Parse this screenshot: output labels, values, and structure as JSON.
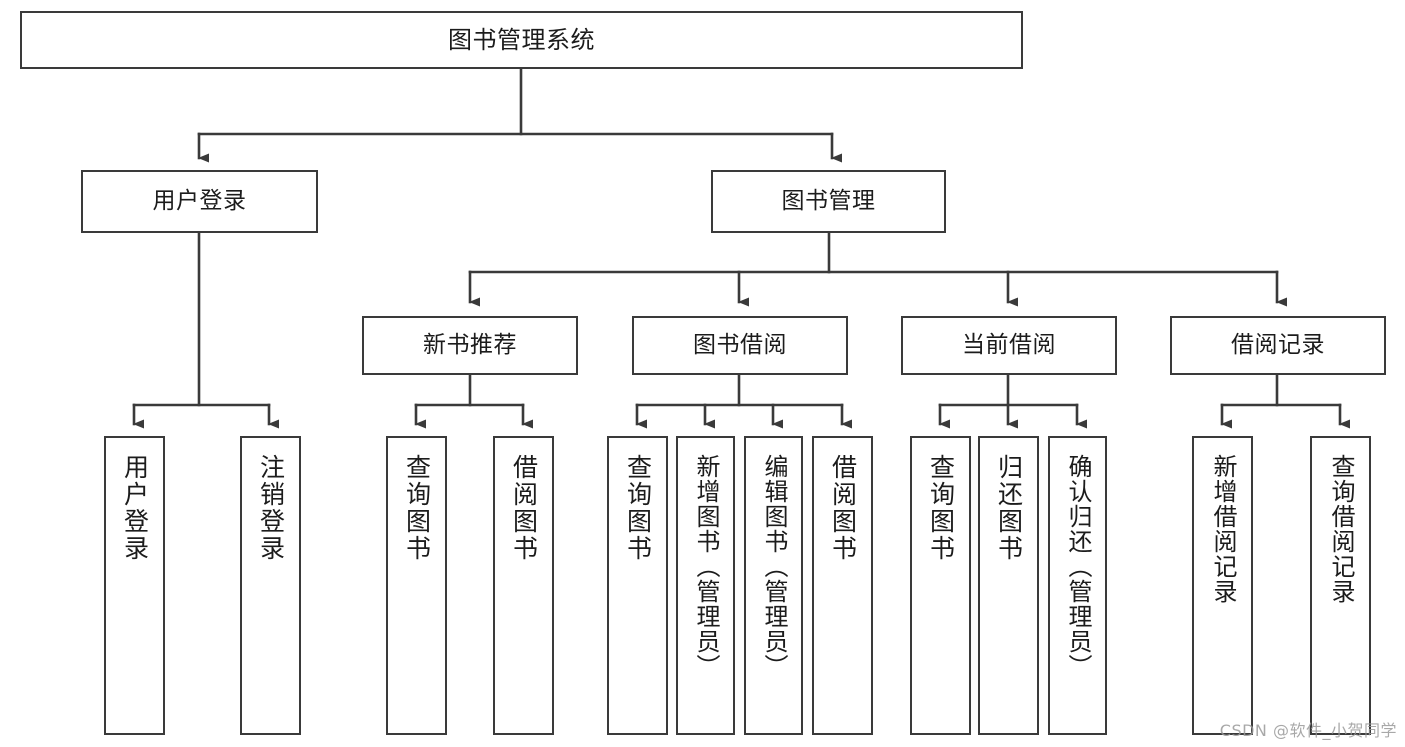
{
  "diagram": {
    "title": "图书管理系统",
    "watermark": "CSDN @软件_小贺同学",
    "line_color": "#3a3a3a",
    "box_fill": "#ffffff",
    "text_color": "#1c1c1c",
    "nodes": {
      "root": {
        "label": "图书管理系统"
      },
      "level2": [
        {
          "id": "user-login",
          "label": "用户登录"
        },
        {
          "id": "book-management",
          "label": "图书管理"
        }
      ],
      "level3": [
        {
          "id": "new-book-recommend",
          "label": "新书推荐"
        },
        {
          "id": "book-borrow",
          "label": "图书借阅"
        },
        {
          "id": "current-borrow",
          "label": "当前借阅"
        },
        {
          "id": "borrow-record",
          "label": "借阅记录"
        }
      ],
      "leaves": {
        "user-login": [
          {
            "id": "leaf-user-login",
            "label": "用户登录"
          },
          {
            "id": "leaf-logout-login",
            "label": "注销登录"
          }
        ],
        "new-book-recommend": [
          {
            "id": "leaf-query-book-1",
            "label": "查询图书"
          },
          {
            "id": "leaf-borrow-book-1",
            "label": "借阅图书"
          }
        ],
        "book-borrow": [
          {
            "id": "leaf-query-book-2",
            "label": "查询图书"
          },
          {
            "id": "leaf-add-book-admin",
            "label": "新增图书（管理员）"
          },
          {
            "id": "leaf-edit-book-admin",
            "label": "编辑图书（管理员）"
          },
          {
            "id": "leaf-borrow-book-2",
            "label": "借阅图书"
          }
        ],
        "current-borrow": [
          {
            "id": "leaf-query-book-3",
            "label": "查询图书"
          },
          {
            "id": "leaf-return-book",
            "label": "归还图书"
          },
          {
            "id": "leaf-confirm-return-admin",
            "label": "确认归还（管理员）"
          }
        ],
        "borrow-record": [
          {
            "id": "leaf-add-borrow-record",
            "label": "新增借阅记录"
          },
          {
            "id": "leaf-query-borrow-record",
            "label": "查询借阅记录"
          }
        ]
      }
    }
  }
}
